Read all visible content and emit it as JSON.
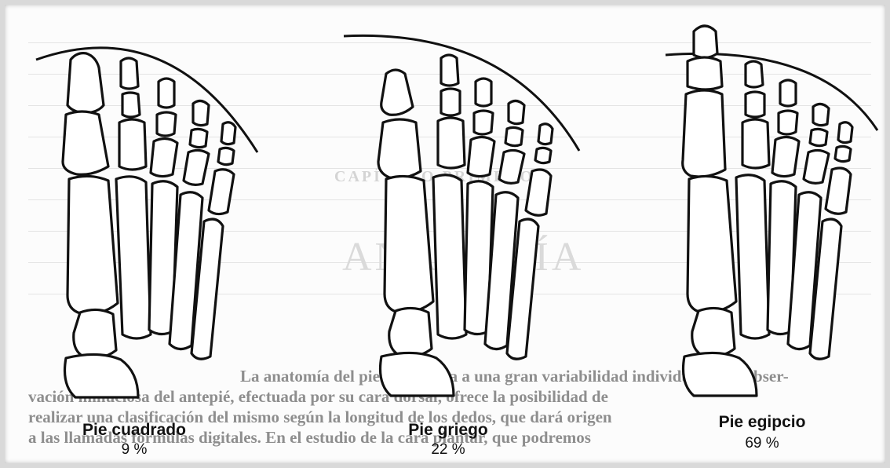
{
  "feet": [
    {
      "name": "Pie  cuadrado",
      "percent": "9 %"
    },
    {
      "name": "Pie  griego",
      "percent": "22 %"
    },
    {
      "name": "Pie  egipcio",
      "percent": "69 %"
    }
  ]
}
